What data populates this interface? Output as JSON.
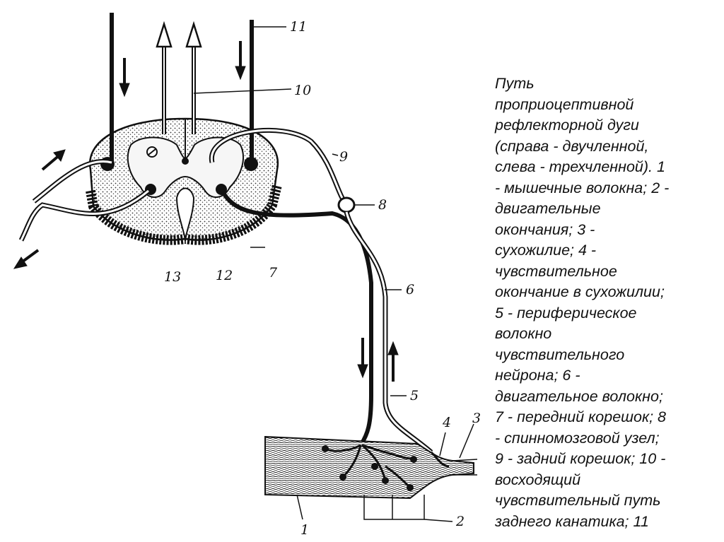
{
  "labels": {
    "n1": "1",
    "n2": "2",
    "n3": "3",
    "n4": "4",
    "n5": "5",
    "n6": "6",
    "n7": "7",
    "n8": "8",
    "n9": "9",
    "n10": "10",
    "n11": "11",
    "n12": "12",
    "n13": "13"
  },
  "caption": "Путь\nпроприоцептивной\nрефлекторной дуги\n(справа - двучленной,\nслева - трехчленной). 1\n- мышечные волокна; 2 -\nдвигательные\nокончания; 3 -\nсухожилие; 4 -\nчувствительное\nокончание в сухожилии;\n5 - периферическое\nволокно\nчувствительного\nнейрона; 6 -\nдвигательное волокно;\n7 - передний корешок; 8\n- спинномозговой узел;\n9 - задний корешок; 10 -\nвосходящий\nчувствительный путь\nзаднего канатика; 11"
}
